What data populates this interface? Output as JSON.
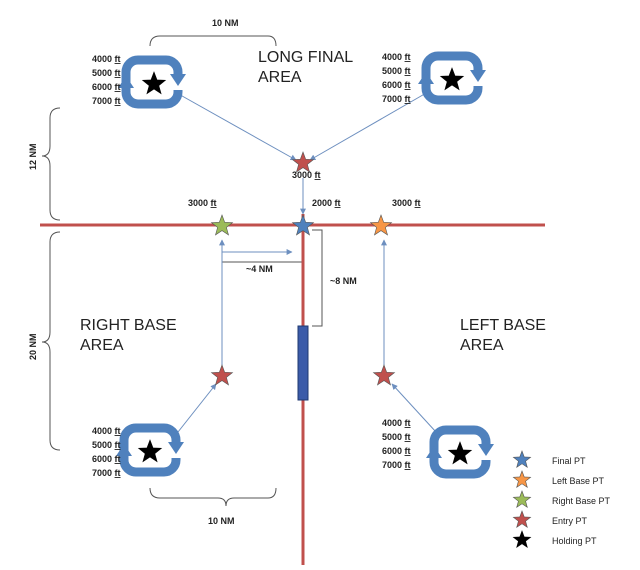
{
  "areas": {
    "long_final_line1": "LONG FINAL",
    "long_final_line2": "AREA",
    "right_base_line1": "RIGHT BASE",
    "right_base_line2": "AREA",
    "left_base_line1": "LEFT BASE",
    "left_base_line2": "AREA"
  },
  "holding_altitudes": {
    "a1": "4000",
    "a2": "5000",
    "a3": "6000",
    "a4": "7000",
    "unit": "ft"
  },
  "point_altitudes": {
    "long_final_entry": "3000",
    "final": "2000",
    "right_base": "3000",
    "left_base": "3000",
    "unit": "ft"
  },
  "distances": {
    "top_width": "10 NM",
    "bottom_width": "10 NM",
    "upper_height": "12 NM",
    "lower_height": "20 NM",
    "right_base_offset": "~4 NM",
    "final_offset": "~8 NM"
  },
  "legend": [
    {
      "label": "Final PT",
      "color": "#4f81bd"
    },
    {
      "label": "Left Base PT",
      "color": "#f79646"
    },
    {
      "label": "Right Base PT",
      "color": "#9bbb59"
    },
    {
      "label": "Entry PT",
      "color": "#c0504d"
    },
    {
      "label": "Holding PT",
      "color": "#000000"
    }
  ],
  "colors": {
    "course_line": "#c0504d",
    "holding_arrow": "#4f81bd",
    "connector": "#6d8fbf",
    "runway": "#3b5ba9"
  }
}
